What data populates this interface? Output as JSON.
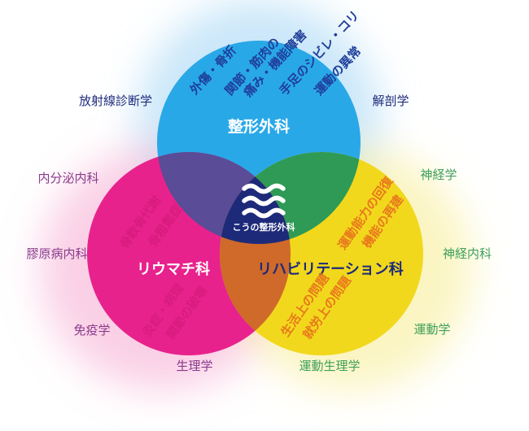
{
  "circles": {
    "top": {
      "name": "整形外科",
      "color": "#29a8e8",
      "items": [
        "外傷・骨折",
        "関節・筋肉の",
        "痛み・機能障害",
        "手足のシビレ・コリ",
        "運動の異常"
      ]
    },
    "left": {
      "name": "リウマチ科",
      "color": "#e8228c",
      "items": [
        "骨軟骨代謝",
        "骨粗鬆症",
        "炎症・病理",
        "関節の破壊"
      ]
    },
    "right": {
      "name": "リハビリテーション科",
      "color": "#f2d81c",
      "items": [
        "運動能力の回復",
        "機能の再建",
        "生活上の問題",
        "就労上の問題"
      ]
    }
  },
  "center_logo": {
    "text": "こうの整形外科",
    "icon": "wave-logo-icon"
  },
  "related_fields": {
    "top_left": "放射線診断学",
    "top_right": "解剖学",
    "left_1": "内分泌内科",
    "left_2": "膠原病内科",
    "left_3": "免疫学",
    "bottom_left": "生理学",
    "right_1": "神経学",
    "right_2": "神経内科",
    "right_3": "運動学",
    "bottom_right": "運動生理学"
  },
  "colors": {
    "navy_text": "#1d2a7a",
    "purple_text": "#8a3a8c",
    "green_text": "#3fa05a",
    "overlap_top_left": "#5a4c96",
    "overlap_top_right": "#2e9a55",
    "overlap_left_right": "#cf6a2a",
    "overlap_center": "#1d2a7a"
  }
}
